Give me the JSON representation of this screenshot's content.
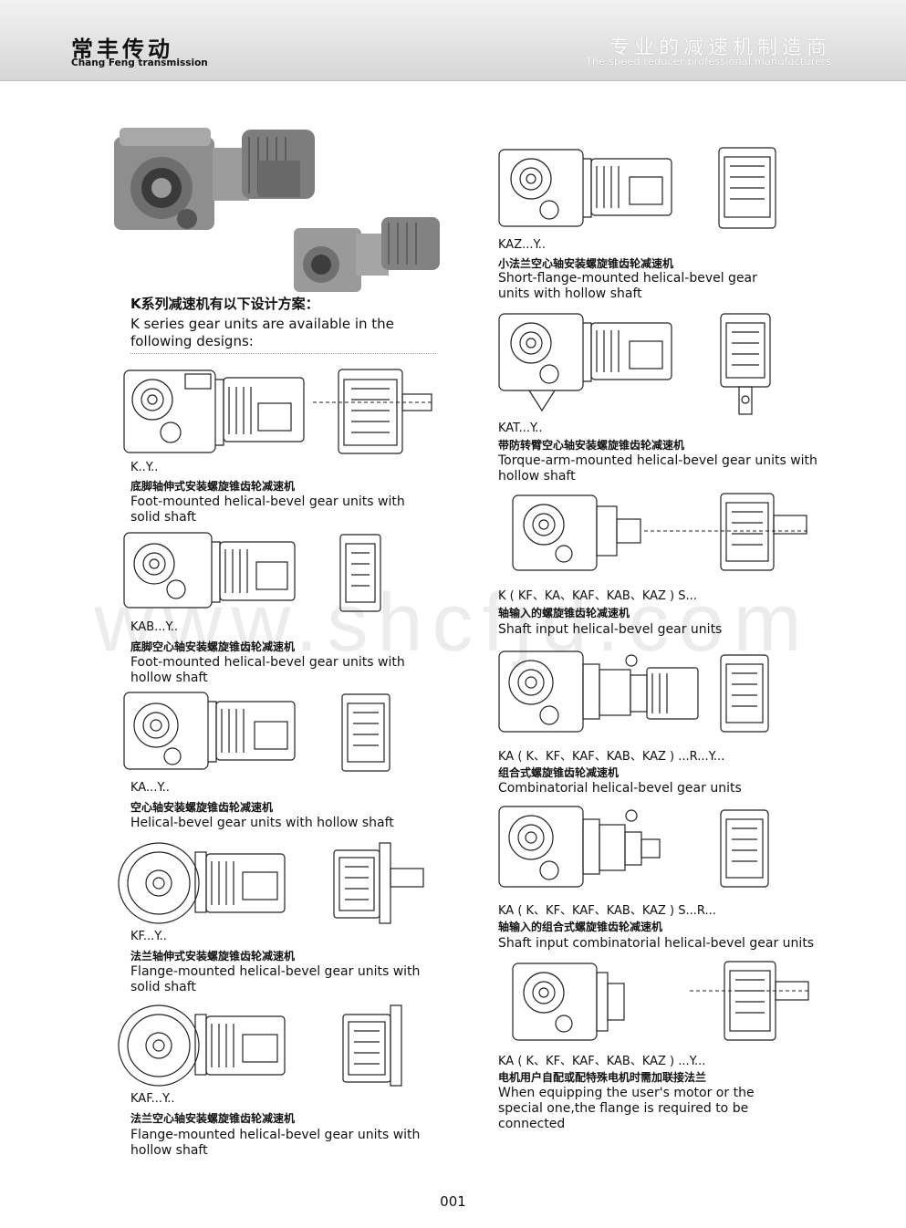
{
  "header": {
    "brand_cn": "常丰传动",
    "brand_en": "Chang Feng transmission",
    "slogan_cn": "专业的减速机制造商",
    "slogan_en": "The speed reducer professional manufacturers"
  },
  "watermark": "www.shcfjd.com",
  "intro": {
    "cn": "K系列减速机有以下设计方案：",
    "en": "K series gear units are available in the following designs:"
  },
  "designs": [
    {
      "code": "K..Y..",
      "cn": "底脚轴伸式安装螺旋锥齿轮减速机",
      "en": "Foot-mounted helical-bevel gear units with solid shaft"
    },
    {
      "code": "KAB...Y..",
      "cn": "底脚空心轴安装螺旋锥齿轮减速机",
      "en": "Foot-mounted helical-bevel gear units with hollow shaft"
    },
    {
      "code": "KA...Y..",
      "cn": "空心轴安装螺旋锥齿轮减速机",
      "en": "Helical-bevel gear units with hollow shaft"
    },
    {
      "code": "KF...Y..",
      "cn": "法兰轴伸式安装螺旋锥齿轮减速机",
      "en": "Flange-mounted helical-bevel gear units with solid shaft"
    },
    {
      "code": "KAF...Y..",
      "cn": "法兰空心轴安装螺旋锥齿轮减速机",
      "en": "Flange-mounted helical-bevel gear units with hollow shaft"
    },
    {
      "code": "KAZ...Y..",
      "cn": "小法兰空心轴安装螺旋锥齿轮减速机",
      "en": "Short-flange-mounted helical-bevel gear units with hollow shaft"
    },
    {
      "code": "KAT...Y..",
      "cn": "带防转臂空心轴安装螺旋锥齿轮减速机",
      "en": "Torque-arm-mounted helical-bevel gear units with hollow shaft"
    },
    {
      "code": "K ( KF、KA、KAF、KAB、KAZ ) S...",
      "cn": "轴输入的螺旋锥齿轮减速机",
      "en": "Shaft input helical-bevel gear units"
    },
    {
      "code": "KA ( K、KF、KAF、KAB、KAZ ) ...R...Y...",
      "cn": "组合式螺旋锥齿轮减速机",
      "en": "Combinatorial helical-bevel gear units"
    },
    {
      "code": "KA ( K、KF、KAF、KAB、KAZ ) S...R...",
      "cn": "轴输入的组合式螺旋锥齿轮减速机",
      "en": "Shaft input combinatorial helical-bevel gear units"
    },
    {
      "code": "KA ( K、KF、KAF、KAB、KAZ ) ...Y...",
      "cn": "电机用户自配或配特殊电机时需加联接法兰",
      "en": "When equipping the user's motor or the special one,the flange is required to be connected"
    }
  ],
  "page_number": "001"
}
